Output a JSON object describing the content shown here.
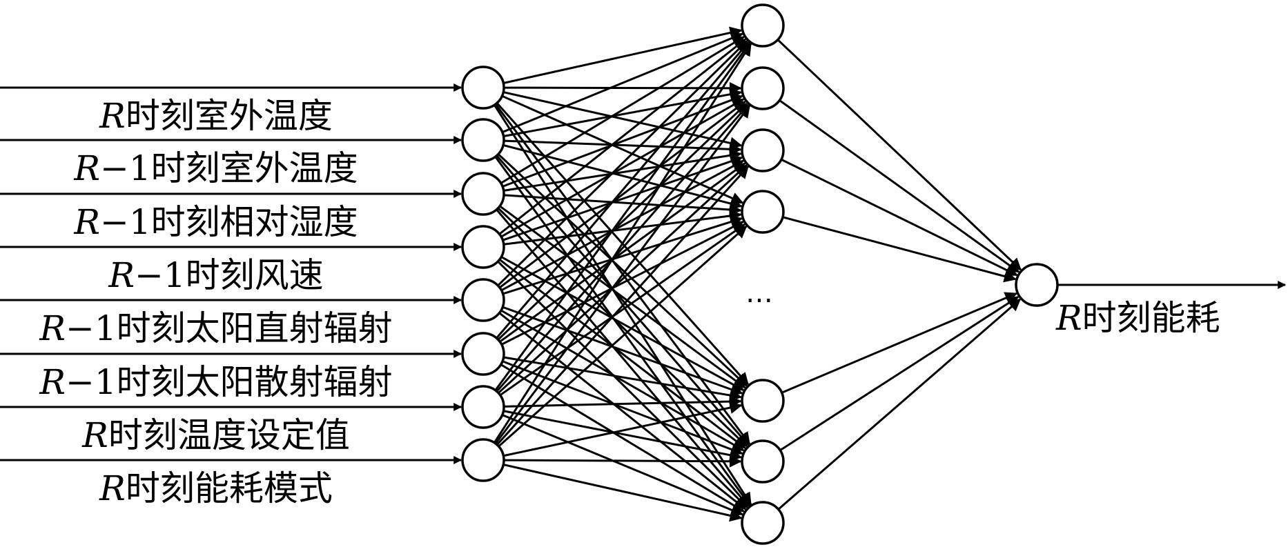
{
  "inputs": [
    {
      "var": "R",
      "suffix": "",
      "text": "时刻室外温度"
    },
    {
      "var": "R",
      "suffix": "−1",
      "text": "时刻室外温度"
    },
    {
      "var": "R",
      "suffix": "−1",
      "text": "时刻相对湿度"
    },
    {
      "var": "R",
      "suffix": "−1",
      "text": "时刻风速"
    },
    {
      "var": "R",
      "suffix": "−1",
      "text": "时刻太阳直射辐射"
    },
    {
      "var": "R",
      "suffix": "−1",
      "text": "时刻太阳散射辐射"
    },
    {
      "var": "R",
      "suffix": "",
      "text": "时刻温度设定值"
    },
    {
      "var": "R",
      "suffix": "",
      "text": "时刻能耗模式"
    }
  ],
  "hidden_ellipsis": "…",
  "output": {
    "var": "R",
    "text": "时刻能耗"
  },
  "layers": {
    "input_nodes": 8,
    "hidden_nodes_drawn": 7,
    "output_nodes": 1
  },
  "colors": {
    "stroke": "#000000",
    "background": "#ffffff"
  }
}
